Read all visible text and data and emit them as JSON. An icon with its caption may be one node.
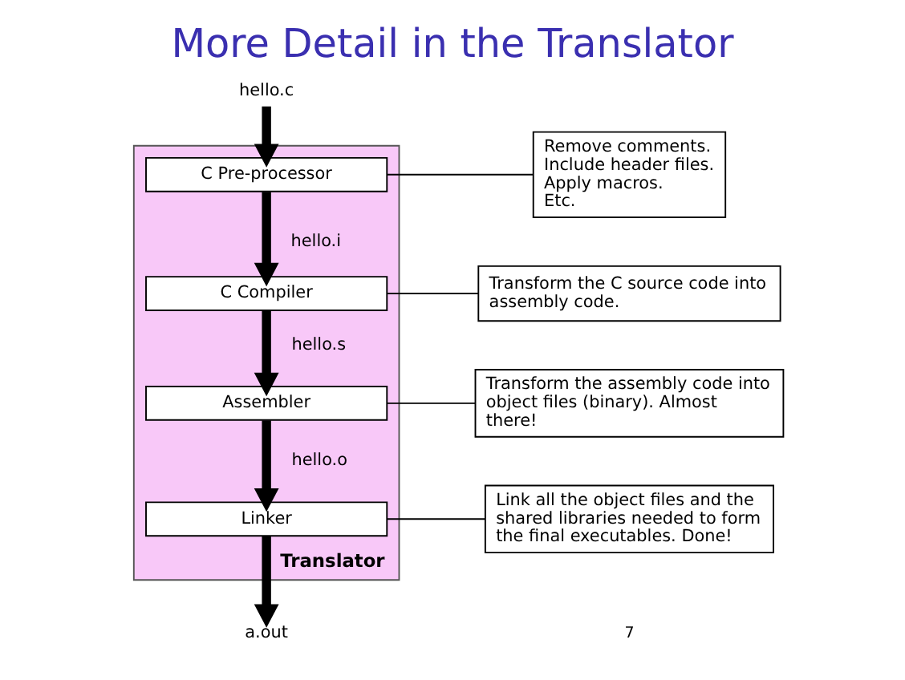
{
  "diagram": {
    "title": "More Detail in the Translator",
    "nodes": [
      {
        "text": [
          "hello.c"
        ]
      },
      {
        "text": [
          "Translator"
        ]
      },
      {
        "text": [
          "C Pre-processor"
        ],
        "in": 1
      },
      {
        "text": [
          "C Compiler"
        ],
        "in": 1
      },
      {
        "text": [
          "Assembler"
        ],
        "in": 1
      },
      {
        "text": [
          "Linker"
        ],
        "in": 1
      },
      {
        "text": [
          "a.out"
        ]
      },
      {
        "text": [
          "Remove comments. Include header files. Apply macros. Etc."
        ]
      },
      {
        "text": [
          "Transform the C source code into assembly code."
        ]
      },
      {
        "text": [
          "Transform the assembly code into object files (binary). Almost there!"
        ]
      },
      {
        "text": [
          "Link all the object files and the shared libraries needed to form the final executables. Done!"
        ]
      }
    ],
    "edges": [
      {
        "from": 0,
        "to": 2,
        "arrow": "to"
      },
      {
        "from": 2,
        "to": 3,
        "arrow": "to",
        "label": "hello.i"
      },
      {
        "from": 3,
        "to": 4,
        "arrow": "to",
        "label": "hello.s"
      },
      {
        "from": 4,
        "to": 5,
        "arrow": "to",
        "label": "hello.o"
      },
      {
        "from": 5,
        "to": 6,
        "arrow": "to"
      },
      {
        "from": 7,
        "to": 2,
        "arrow": "none"
      },
      {
        "from": 8,
        "to": 3,
        "arrow": "none"
      },
      {
        "from": 9,
        "to": 4,
        "arrow": "none"
      },
      {
        "from": 10,
        "to": 5,
        "arrow": "none"
      }
    ],
    "labels": [
      "7"
    ]
  }
}
